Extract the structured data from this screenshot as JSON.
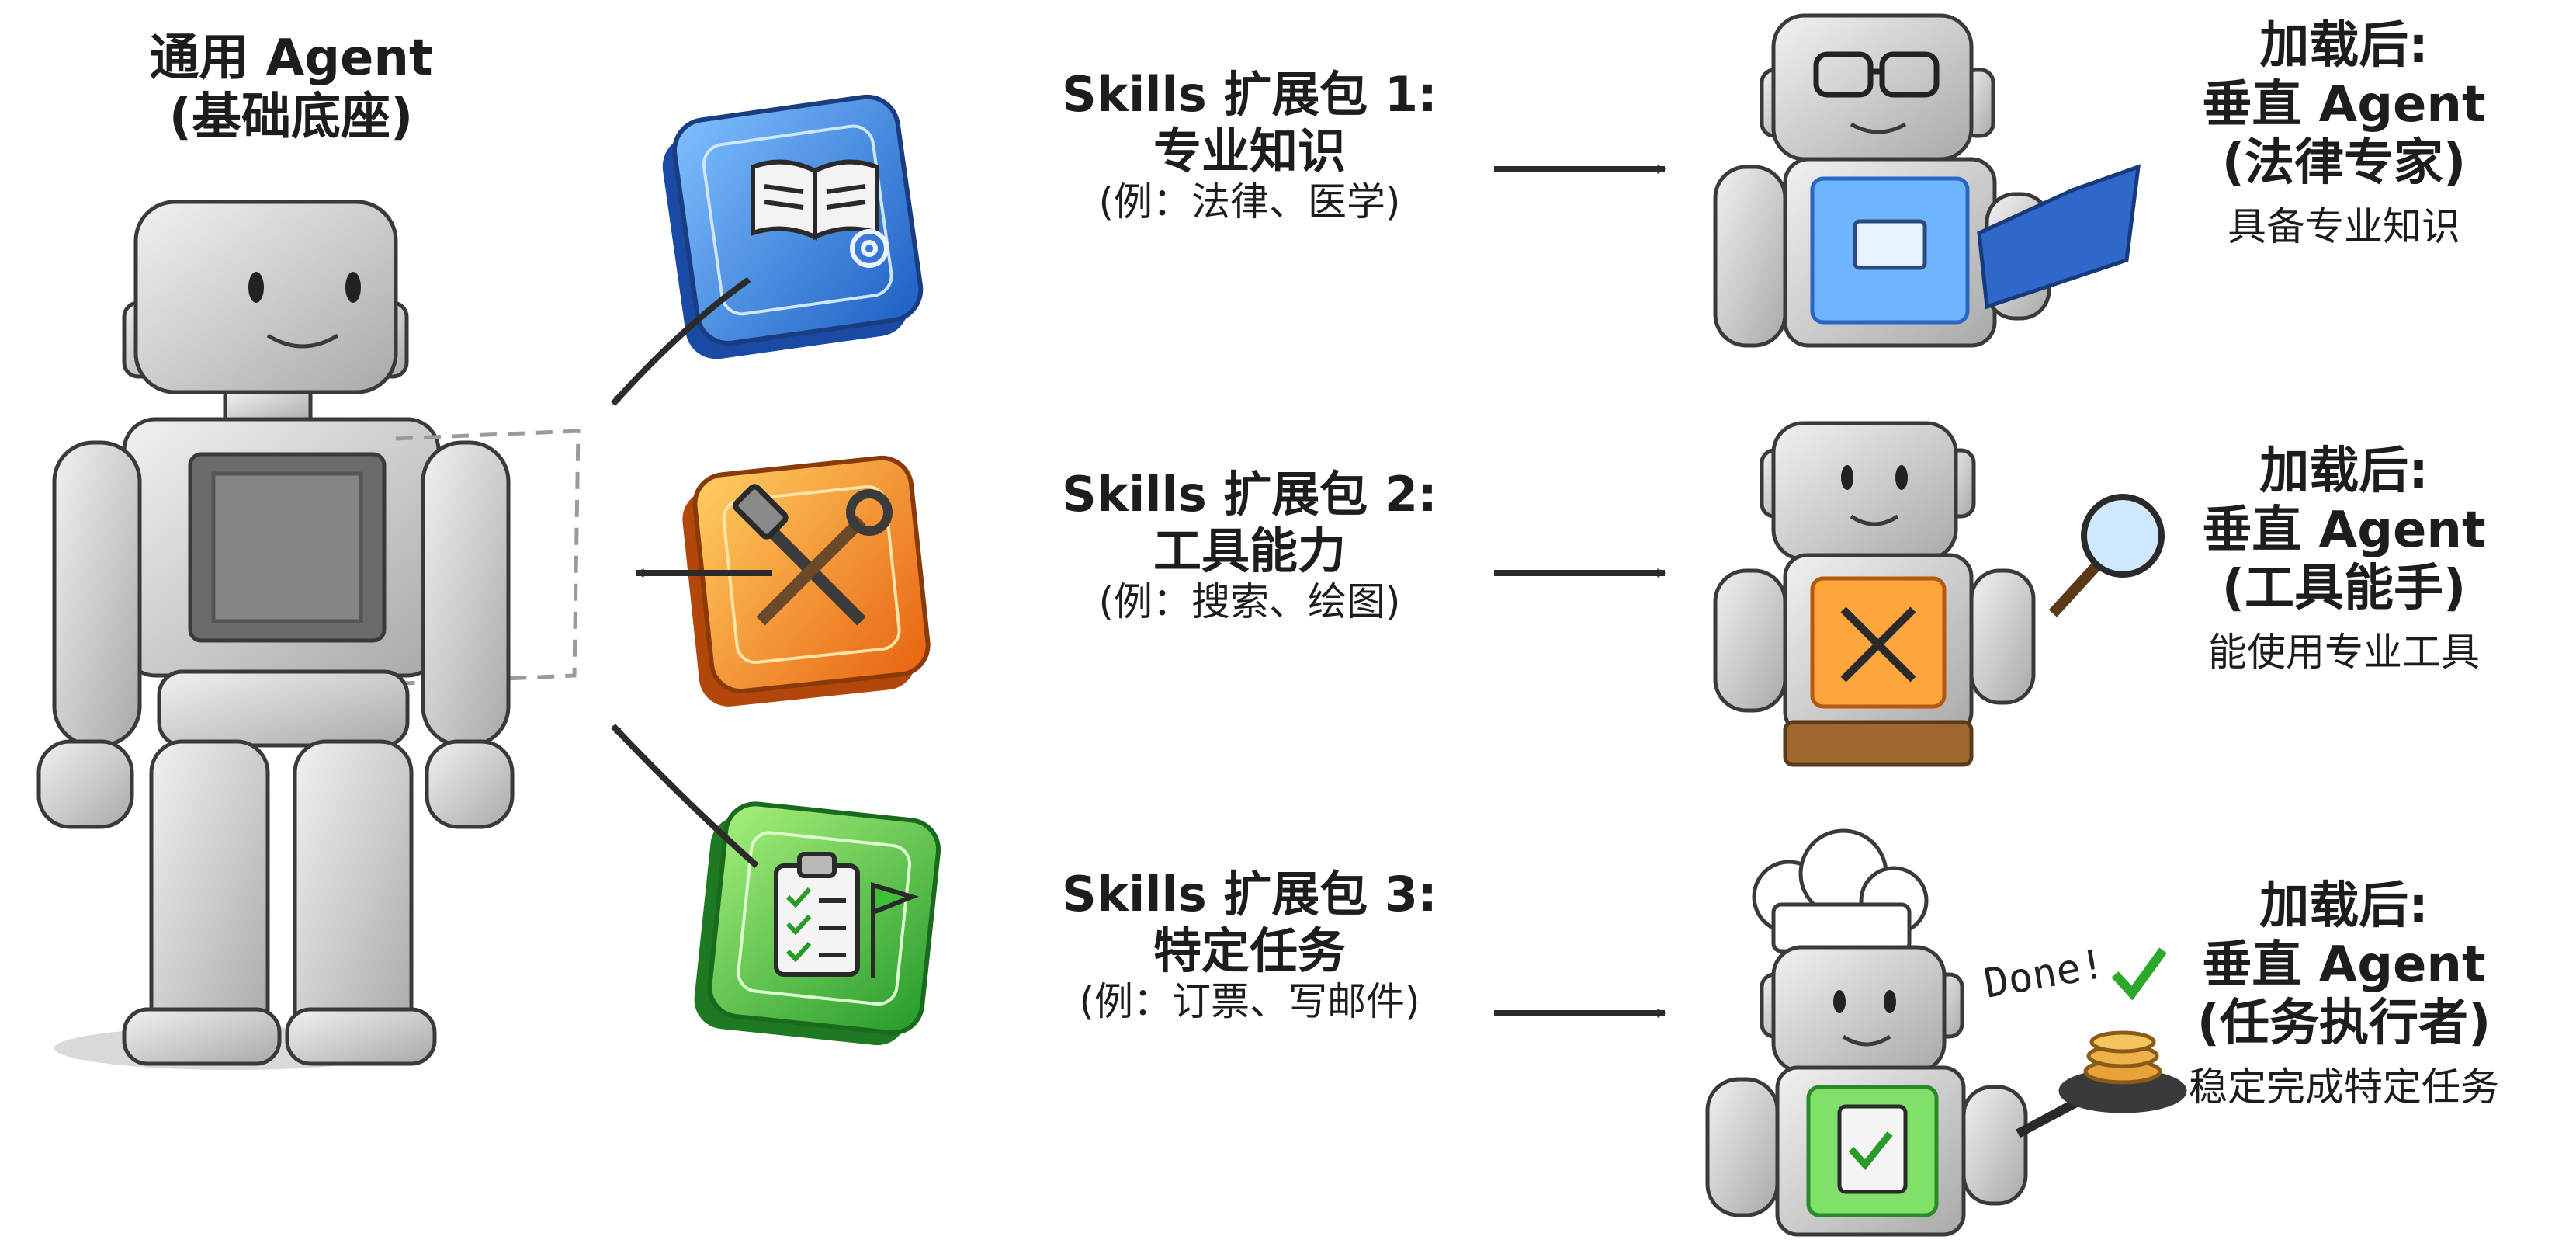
{
  "base": {
    "title": "通用 Agent",
    "subtitle": "(基础底座)"
  },
  "packs": [
    {
      "title": "Skills 扩展包 1:",
      "name": "专业知识",
      "example": "(例：法律、医学)",
      "color": "#2f7fe0"
    },
    {
      "title": "Skills 扩展包 2:",
      "name": "工具能力",
      "example": "(例：搜索、绘图)",
      "color": "#f08a1e"
    },
    {
      "title": "Skills 扩展包 3:",
      "name": "特定任务",
      "example": "(例：订票、写邮件)",
      "color": "#3fbf3a"
    }
  ],
  "results": [
    {
      "prefix": "加载后:",
      "title": "垂直 Agent",
      "role": "(法律专家)",
      "desc": "具备专业知识"
    },
    {
      "prefix": "加载后:",
      "title": "垂直 Agent",
      "role": "(工具能手)",
      "desc": "能使用专业工具"
    },
    {
      "prefix": "加载后:",
      "title": "垂直 Agent",
      "role": "(任务执行者)",
      "desc": "稳定完成特定任务"
    }
  ],
  "done_text": "Done!"
}
